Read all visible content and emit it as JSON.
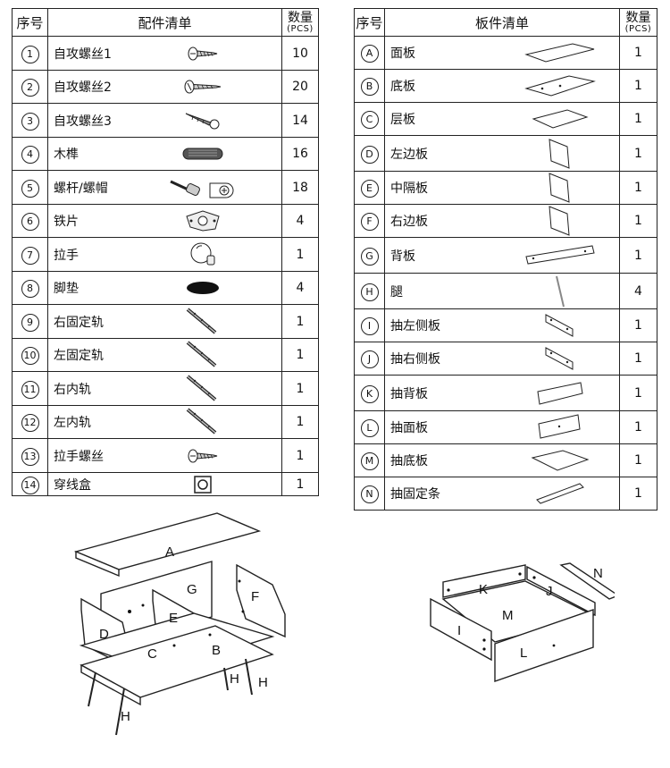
{
  "accessory_table": {
    "header": {
      "index": "序号",
      "name": "配件清单",
      "qty": "数量",
      "qty_unit": "(PCS)"
    },
    "rows": [
      {
        "no": "1",
        "name": "自攻螺丝1",
        "qty": "10",
        "icon": "screw-flat-icon"
      },
      {
        "no": "2",
        "name": "自攻螺丝2",
        "qty": "20",
        "icon": "screw-long-icon"
      },
      {
        "no": "3",
        "name": "自攻螺丝3",
        "qty": "14",
        "icon": "screw-pointed-icon"
      },
      {
        "no": "4",
        "name": "木榫",
        "qty": "16",
        "icon": "dowel-icon"
      },
      {
        "no": "5",
        "name": "螺杆/螺帽",
        "qty": "18",
        "icon": "cam-bolt-icon"
      },
      {
        "no": "6",
        "name": "铁片",
        "qty": "4",
        "icon": "metal-plate-icon"
      },
      {
        "no": "7",
        "name": "拉手",
        "qty": "1",
        "icon": "knob-icon"
      },
      {
        "no": "8",
        "name": "脚垫",
        "qty": "4",
        "icon": "foot-pad-icon"
      },
      {
        "no": "9",
        "name": "右固定轨",
        "qty": "1",
        "icon": "rail-icon"
      },
      {
        "no": "10",
        "name": "左固定轨",
        "qty": "1",
        "icon": "rail-icon"
      },
      {
        "no": "11",
        "name": "右内轨",
        "qty": "1",
        "icon": "rail-icon"
      },
      {
        "no": "12",
        "name": "左内轨",
        "qty": "1",
        "icon": "rail-icon"
      },
      {
        "no": "13",
        "name": "拉手螺丝",
        "qty": "1",
        "icon": "screw-flat-icon"
      },
      {
        "no": "14",
        "name": "穿线盒",
        "qty": "1",
        "icon": "cable-box-icon"
      }
    ]
  },
  "board_table": {
    "header": {
      "index": "序号",
      "name": "板件清单",
      "qty": "数量",
      "qty_unit": "(PCS)"
    },
    "rows": [
      {
        "no": "A",
        "name": "面板",
        "qty": "1",
        "icon": "top-panel-icon"
      },
      {
        "no": "B",
        "name": "底板",
        "qty": "1",
        "icon": "bottom-panel-icon"
      },
      {
        "no": "C",
        "name": "层板",
        "qty": "1",
        "icon": "shelf-panel-icon"
      },
      {
        "no": "D",
        "name": "左边板",
        "qty": "1",
        "icon": "side-panel-icon"
      },
      {
        "no": "E",
        "name": "中隔板",
        "qty": "1",
        "icon": "side-panel-icon"
      },
      {
        "no": "F",
        "name": "右边板",
        "qty": "1",
        "icon": "side-panel-icon"
      },
      {
        "no": "G",
        "name": "背板",
        "qty": "1",
        "icon": "back-panel-icon"
      },
      {
        "no": "H",
        "name": "腿",
        "qty": "4",
        "icon": "leg-icon"
      },
      {
        "no": "I",
        "name": "抽左侧板",
        "qty": "1",
        "icon": "drawer-side-icon"
      },
      {
        "no": "J",
        "name": "抽右侧板",
        "qty": "1",
        "icon": "drawer-side-icon"
      },
      {
        "no": "K",
        "name": "抽背板",
        "qty": "1",
        "icon": "drawer-back-icon"
      },
      {
        "no": "L",
        "name": "抽面板",
        "qty": "1",
        "icon": "drawer-front-icon"
      },
      {
        "no": "M",
        "name": "抽底板",
        "qty": "1",
        "icon": "drawer-bottom-icon"
      },
      {
        "no": "N",
        "name": "抽固定条",
        "qty": "1",
        "icon": "strip-icon"
      }
    ]
  },
  "diagram_labels": {
    "cabinet": [
      "A",
      "G",
      "F",
      "E",
      "D",
      "C",
      "B",
      "H",
      "H",
      "H"
    ],
    "drawer": [
      "K",
      "J",
      "N",
      "M",
      "I",
      "L"
    ]
  }
}
